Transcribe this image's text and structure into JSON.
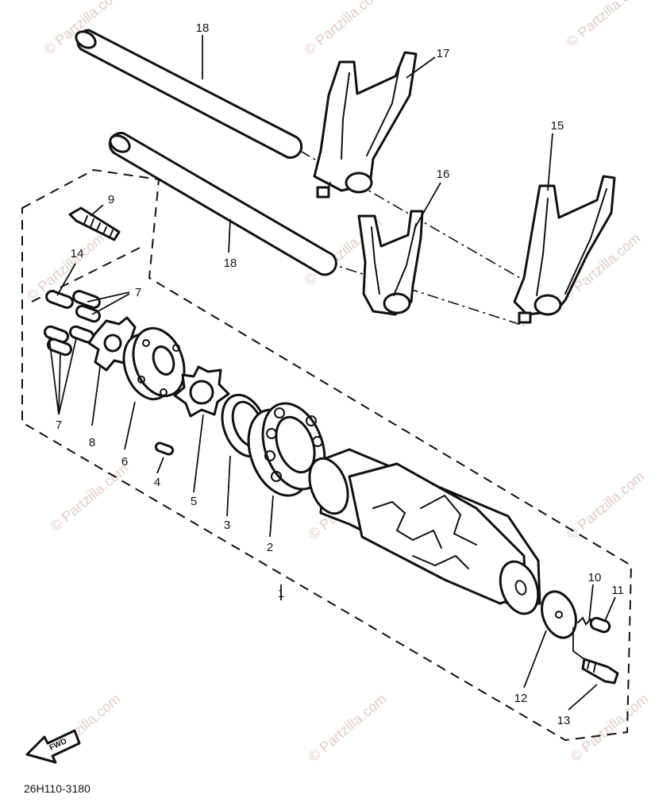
{
  "watermark": "© Partzilla.com",
  "drawing_code": "26H110-3180",
  "fwd_label": "FWD",
  "callouts": {
    "c1": "1",
    "c2": "2",
    "c3": "3",
    "c4": "4",
    "c5": "5",
    "c6": "6",
    "c7a": "7",
    "c7b": "7",
    "c8": "8",
    "c9": "9",
    "c10": "10",
    "c11": "11",
    "c12": "12",
    "c13": "13",
    "c14": "14",
    "c15": "15",
    "c16": "16",
    "c17": "17",
    "c18a": "18",
    "c18b": "18"
  }
}
